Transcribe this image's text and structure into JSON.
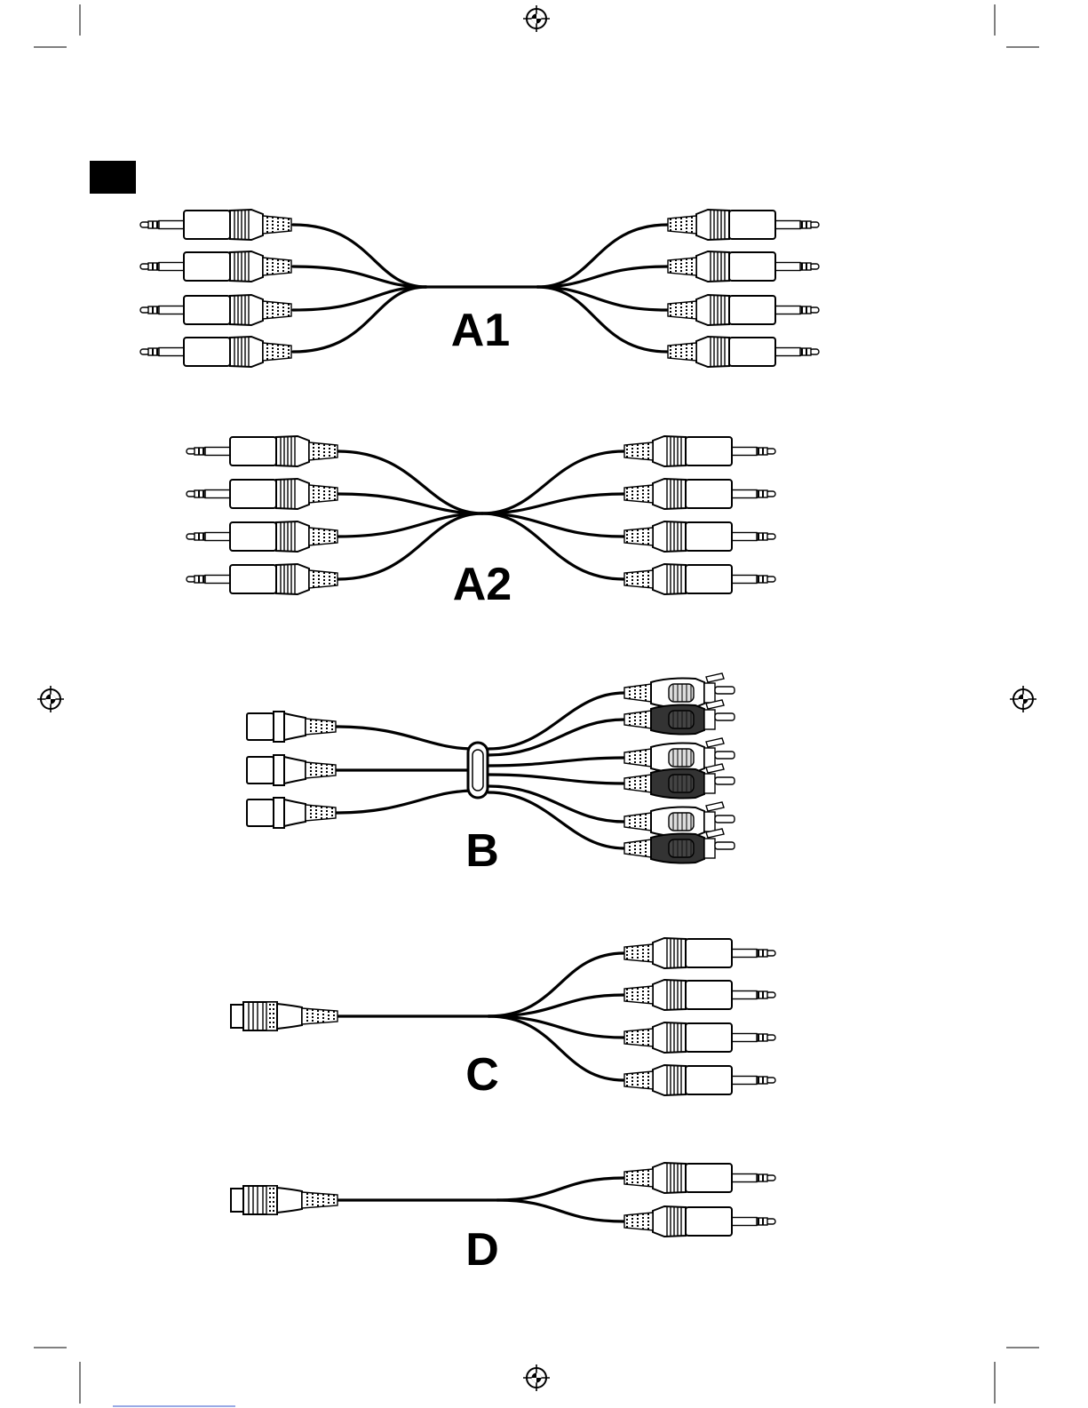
{
  "page": {
    "tab_marker_color": "#000000",
    "background": "#ffffff"
  },
  "figures": [
    {
      "id": "A1",
      "label": "A1"
    },
    {
      "id": "A2",
      "label": "A2"
    },
    {
      "id": "B",
      "label": "B"
    },
    {
      "id": "C",
      "label": "C"
    },
    {
      "id": "D",
      "label": "D"
    }
  ],
  "icons": {
    "registration_mark": "registration-mark-icon",
    "jack_plug": "jack-plug-icon",
    "rca_plug": "rca-plug-icon",
    "socket": "socket-icon",
    "cable_clip": "cable-clip-icon"
  }
}
